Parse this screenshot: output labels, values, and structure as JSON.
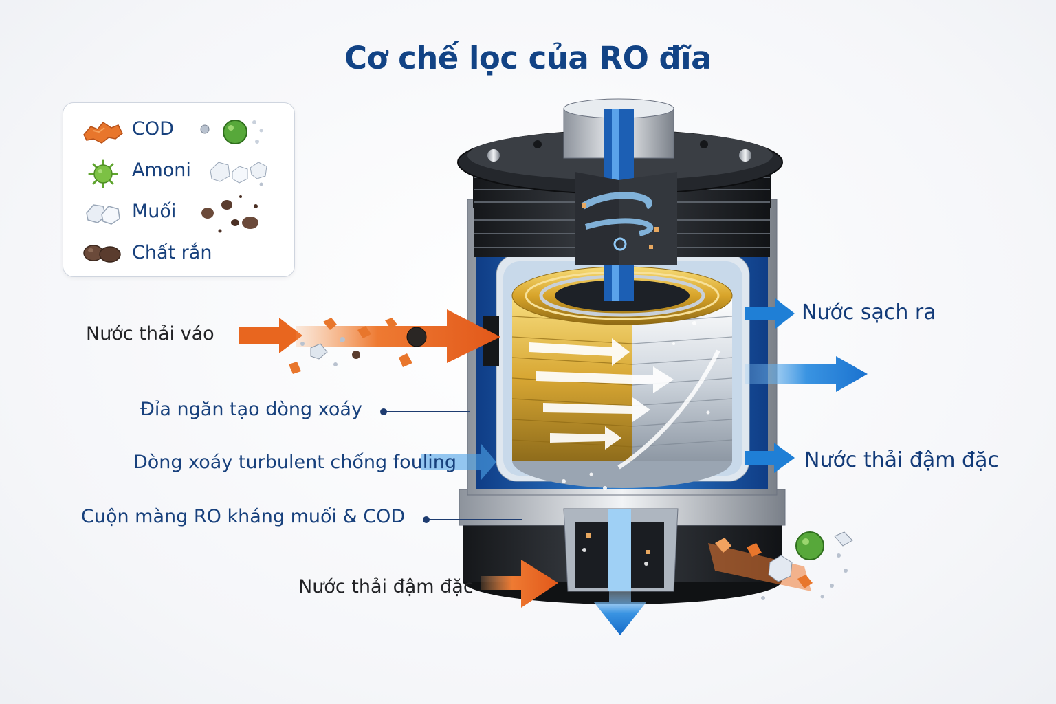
{
  "title": "Cơ chế lọc của RO đĩa",
  "legend": {
    "items": [
      {
        "label": "COD",
        "icon": "cod-particle-icon"
      },
      {
        "label": "Amoni",
        "icon": "ammonium-microbe-icon"
      },
      {
        "label": "Muối",
        "icon": "salt-crystal-icon"
      },
      {
        "label": "Chất rắn",
        "icon": "solid-particle-icon"
      }
    ]
  },
  "labels": {
    "inlet": "Nước thải váo",
    "disc": "Đỉa ngăn tạo dòng xoáy",
    "turbulent": "Dòng xoáy turbulent chống fouling",
    "membrane": "Cuộn màng RO kháng muối & COD",
    "concentrate_bottom": "Nước thải đậm đặc",
    "clean_out": "Nước sạch ra",
    "concentrate_right": "Nước thải đậm đặc"
  },
  "colors": {
    "title": "#124385",
    "label_blue": "#17407c",
    "inlet_arrow": "#e8661f",
    "clean_arrow": "#1f7fd6",
    "membrane_gold": "#e2b43a",
    "housing_black": "#1e2024"
  }
}
